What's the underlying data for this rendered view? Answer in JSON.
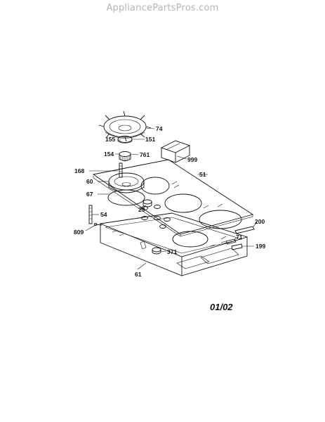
{
  "watermark": "AppliancePartsPros.com",
  "diagram_date": "01/02",
  "callouts": {
    "c74": "74",
    "c155": "155",
    "c151": "151",
    "c154": "154",
    "c761": "761",
    "c999": "999",
    "c168": "168",
    "c51": "51",
    "c60": "60",
    "c67": "67",
    "c29": "29",
    "c54": "54",
    "c200": "200",
    "c809": "809",
    "c71": "71",
    "c199": "199",
    "c371": "371",
    "c61": "61"
  }
}
